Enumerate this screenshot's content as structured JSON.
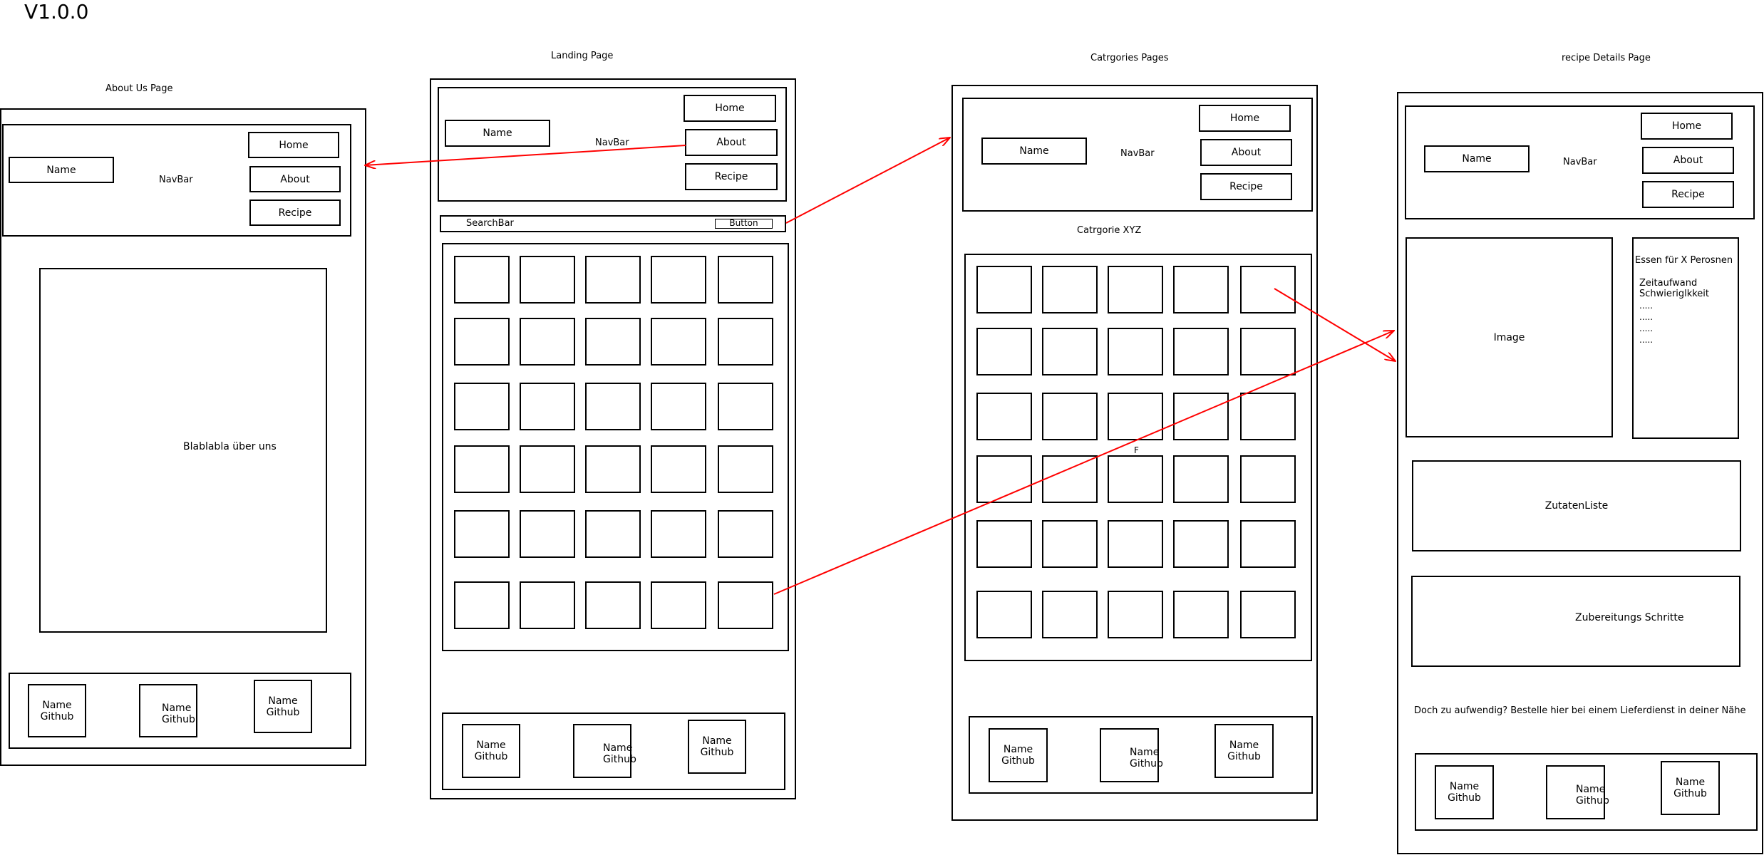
{
  "version": "V1.0.0",
  "colors": {
    "arrow": "#ff0000",
    "stroke": "#000000",
    "background": "#ffffff"
  },
  "about": {
    "title": "About Us Page",
    "nav": {
      "label": "NavBar",
      "name": "Name",
      "home": "Home",
      "about": "About",
      "recipe": "Recipe"
    },
    "content": "Blablabla über uns",
    "footer": [
      {
        "name": "Name",
        "github": "Github"
      },
      {
        "name": "Name",
        "github": "Github"
      },
      {
        "name": "Name",
        "github": "Github"
      }
    ]
  },
  "landing": {
    "title": "Landing Page",
    "nav": {
      "label": "NavBar",
      "name": "Name",
      "home": "Home",
      "about": "About",
      "recipe": "Recipe"
    },
    "search": {
      "label": "SearchBar",
      "button": "Button"
    },
    "footer": [
      {
        "name": "Name",
        "github": "Github"
      },
      {
        "name": "Name",
        "github": "Github"
      },
      {
        "name": "Name",
        "github": "Github"
      }
    ]
  },
  "categories": {
    "title": "Catrgories Pages",
    "nav": {
      "label": "NavBar",
      "name": "Name",
      "home": "Home",
      "about": "About",
      "recipe": "Recipe"
    },
    "heading": "Catrgorie XYZ",
    "stray": "F",
    "footer": [
      {
        "name": "Name",
        "github": "Github"
      },
      {
        "name": "Name",
        "github": "Github"
      },
      {
        "name": "Name",
        "github": "Github"
      }
    ]
  },
  "details": {
    "title": "recipe Details Page",
    "nav": {
      "label": "NavBar",
      "name": "Name",
      "home": "Home",
      "about": "About",
      "recipe": "Recipe"
    },
    "image": "Image",
    "info": {
      "servings": "Essen für X Perosnen",
      "time": "Zeitaufwand",
      "difficulty": "Schwieriglkkeit",
      "dots": [
        ".....",
        ".....",
        ".....",
        "....."
      ]
    },
    "ingredients": "ZutatenListe",
    "steps": "Zubereitungs Schritte",
    "order": "Doch zu aufwendig? Bestelle hier bei einem Lieferdienst in deiner Nähe",
    "footer": [
      {
        "name": "Name",
        "github": "Github"
      },
      {
        "name": "Name",
        "github": "Github"
      },
      {
        "name": "Name",
        "github": "Github"
      }
    ]
  }
}
